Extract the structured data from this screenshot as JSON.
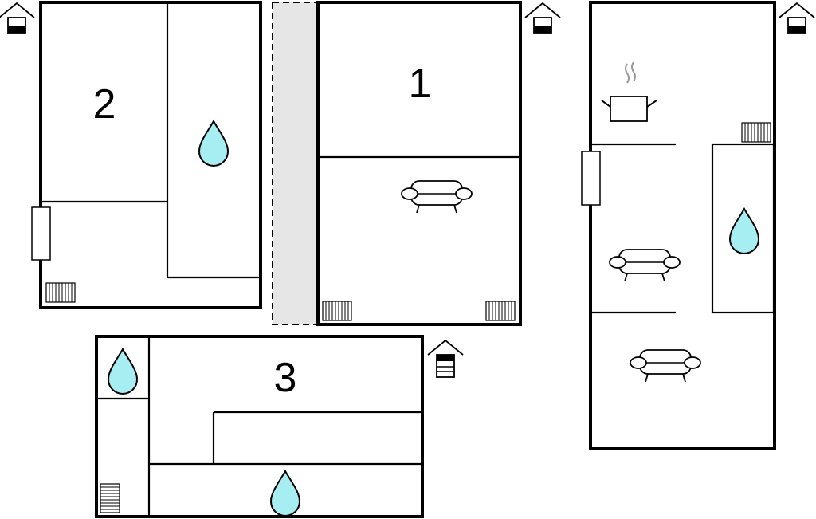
{
  "rooms": [
    {
      "id": "room-1",
      "label": "1"
    },
    {
      "id": "room-2",
      "label": "2"
    },
    {
      "id": "room-3",
      "label": "3"
    }
  ],
  "icons": {
    "floor_indicator": "floor-level-icon",
    "bathroom": "water-drop-icon",
    "living": "sofa-icon",
    "kitchen": "cooking-pot-icon",
    "heater": "radiator-icon",
    "door": "door-icon",
    "balcony": "balcony-icon"
  },
  "colors": {
    "wall": "#000000",
    "water": "#a6eef2",
    "balcony": "#e6e6e6",
    "background": "#ffffff"
  }
}
